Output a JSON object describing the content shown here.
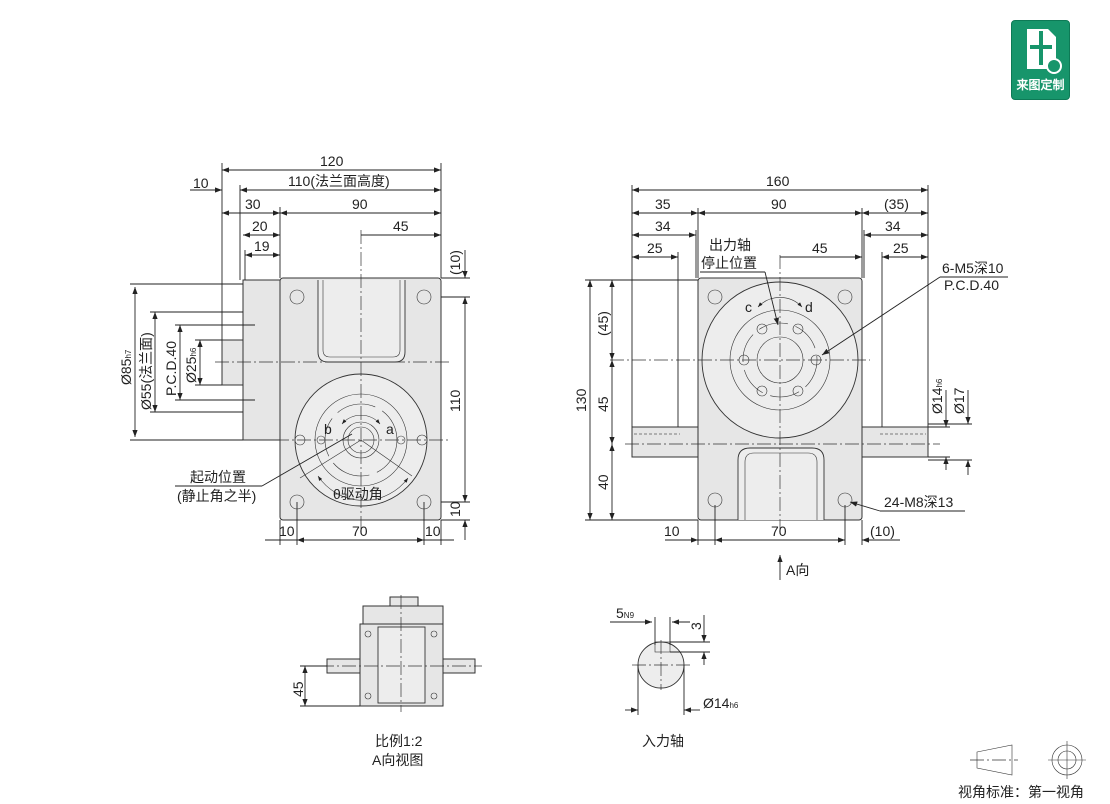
{
  "badge": {
    "label": "来图定制",
    "color": "#17956b"
  },
  "side_view": {
    "dims": {
      "overall": "120",
      "flange_height": "110(法兰面高度)",
      "shaft_offset": "10",
      "d30": "30",
      "d90": "90",
      "d20": "20",
      "d19": "19",
      "d45": "45",
      "top_10": "(10)",
      "v110": "110",
      "v10": "10",
      "b10_left": "10",
      "b70": "70",
      "b10_right": "10",
      "d85": "Ø85",
      "d85_tol": "h7",
      "d55": "Ø55(法兰面)",
      "pcd": "P.C.D.40",
      "d25": "Ø25",
      "d25_tol": "h6"
    },
    "labels": {
      "a": "a",
      "b": "b",
      "start_1": "起动位置",
      "start_2": "(静止角之半)",
      "drive_angle": "θ驱动角"
    }
  },
  "front_view": {
    "dims": {
      "overall": "160",
      "d35": "35",
      "d90": "90",
      "d35r": "(35)",
      "d34": "34",
      "d34r": "34",
      "d25": "25",
      "d25r": "25",
      "d45": "45",
      "v130": "130",
      "v45a": "(45)",
      "v45": "45",
      "v40": "40",
      "b10": "10",
      "b70": "70",
      "b10r": "(10)",
      "d14": "Ø14",
      "d14_tol": "h6",
      "d17": "Ø17"
    },
    "labels": {
      "out_1": "出力轴",
      "out_2": "停止位置",
      "c": "c",
      "d": "d",
      "tap_1": "6-M5深10",
      "tap_2": "P.C.D.40",
      "holes": "24-M8深13",
      "direction": "A向"
    }
  },
  "a_view": {
    "dim45": "45",
    "caption_1": "比例1:2",
    "caption_2": "A向视图"
  },
  "input_shaft": {
    "key_w": "5",
    "key_w_tol": "N9",
    "key_h": "3",
    "dia": "Ø14",
    "dia_tol": "h6",
    "caption": "入力轴"
  },
  "projection": {
    "label": "视角标准：第一视角"
  }
}
